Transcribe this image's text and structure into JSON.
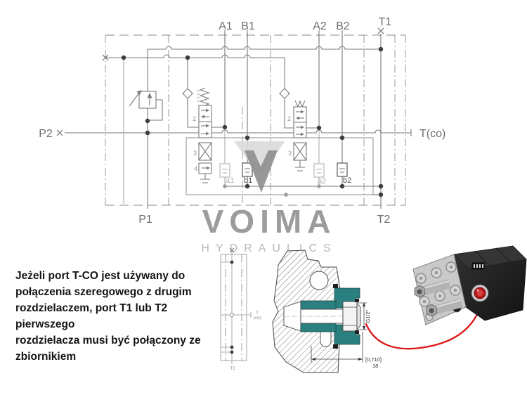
{
  "brand": {
    "name": "VOIMA",
    "tagline": "HYDRAULICS"
  },
  "schematic": {
    "ports": {
      "a1_top": "A1",
      "b1_top": "B1",
      "a2_top": "A2",
      "b2_top": "B2",
      "t1": "T1",
      "t2": "T2",
      "p1": "P1",
      "p2": "P2",
      "tco": "T(co)"
    },
    "valve1_sections": {
      "s2": "2",
      "s3": "3",
      "s4": "4"
    },
    "valve2_sections": {
      "s2": "2",
      "s3": "3"
    },
    "pilot_ports": {
      "a1": "a1",
      "b1": "b1",
      "a2": "a2",
      "b2": "b2"
    }
  },
  "note": {
    "lines": [
      "Jeżeli port T-CO jest używany do",
      "połączenia szeregowego z drugim",
      "rozdzielaczem, port T1 lub T2 pierwszego",
      "rozdzielacza musi być połączony ze",
      "zbiornikiem"
    ]
  },
  "mini_diagram": {
    "t_label": "T",
    "co_label": "(co)",
    "t2_label": "T2"
  },
  "cross_section": {
    "thread_dim": "G1/2\"",
    "depth_dim": "[0,710]",
    "depth_mm": "18"
  },
  "colors": {
    "seal_teal": "#2a807e",
    "callout_red": "#dd1515",
    "line_gray": "#7a7a7a",
    "watermark_gray": "#9c9c9c",
    "cap_red": "#b51717"
  }
}
